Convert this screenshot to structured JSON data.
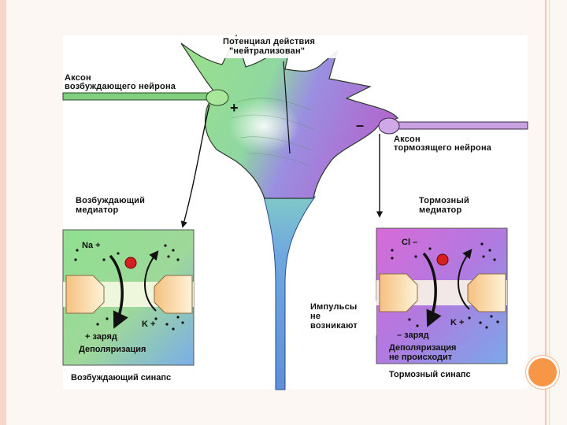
{
  "labels": {
    "potential_line1": "Потенциал действия",
    "potential_line2": "\"нейтрализован\"",
    "axon_exc_line1": "Аксон",
    "axon_exc_line2": "возбуждающего нейрона",
    "axon_inh_line1": "Аксон",
    "axon_inh_line2": "тормозящего нейрона",
    "exc_mediator_line1": "Возбуждающий",
    "exc_mediator_line2": "медиатор",
    "inh_mediator_line1": "Тормозный",
    "inh_mediator_line2": "медиатор",
    "impulses_line1": "Импульсы",
    "impulses_line2": "не",
    "impulses_line3": "возникают",
    "plus_sign": "+",
    "minus_sign": "–"
  },
  "left_synapse": {
    "ion_top": "Na +",
    "ion_bottom": "K +",
    "charge": "+ заряд",
    "process": "Деполяризация",
    "caption": "Возбуждающий синапс"
  },
  "right_synapse": {
    "ion_top": "Cl –",
    "ion_bottom": "K +",
    "charge": "– заряд",
    "process_line1": "Деполяризация",
    "process_line2": "не происходит",
    "caption": "Тормозный синапс"
  },
  "colors": {
    "soma_green": "#8fdc7a",
    "soma_purple": "#a26bd8",
    "axon_blue": "#6fa0e0",
    "mediator_red": "#d62020",
    "slide_accent": "#f79646"
  }
}
